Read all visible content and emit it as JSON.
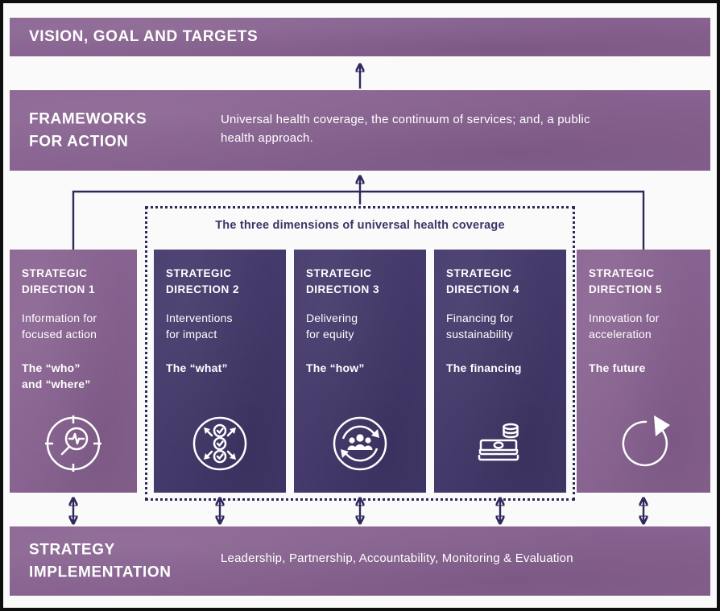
{
  "colors": {
    "bar_purple": "#8a6492",
    "column_dark_purple": "#463b6d",
    "arrow_navy": "#2e295c",
    "dimensions_title_text": "#3d3366",
    "text_on_purple": "#ffffff"
  },
  "vision": {
    "title": "VISION, GOAL AND TARGETS"
  },
  "frameworks": {
    "title": "FRAMEWORKS\nFOR ACTION",
    "description": "Universal health coverage, the continuum of services; and, a public\nhealth approach."
  },
  "dimensions": {
    "title": "The three dimensions of universal health coverage"
  },
  "directions": [
    {
      "heading": "STRATEGIC\nDIRECTION 1",
      "subtitle": "Information for\nfocused action",
      "tagline": "The “who”\nand “where”",
      "icon": "magnifier-pulse-icon"
    },
    {
      "heading": "STRATEGIC\nDIRECTION 2",
      "subtitle": "Interventions\nfor impact",
      "tagline": "The “what”",
      "icon": "checklist-icon"
    },
    {
      "heading": "STRATEGIC\nDIRECTION 3",
      "subtitle": "Delivering\nfor equity",
      "tagline": "The “how”",
      "icon": "people-cycle-icon"
    },
    {
      "heading": "STRATEGIC\nDIRECTION 4",
      "subtitle": "Financing for\nsustainability",
      "tagline": "The financing",
      "icon": "money-stack-icon"
    },
    {
      "heading": "STRATEGIC\nDIRECTION 5",
      "subtitle": "Innovation for\nacceleration",
      "tagline": "The future",
      "icon": "cycle-arrow-icon"
    }
  ],
  "implementation": {
    "title": "STRATEGY\nIMPLEMENTATION",
    "description": "Leadership, Partnership, Accountability, Monitoring & Evaluation"
  }
}
